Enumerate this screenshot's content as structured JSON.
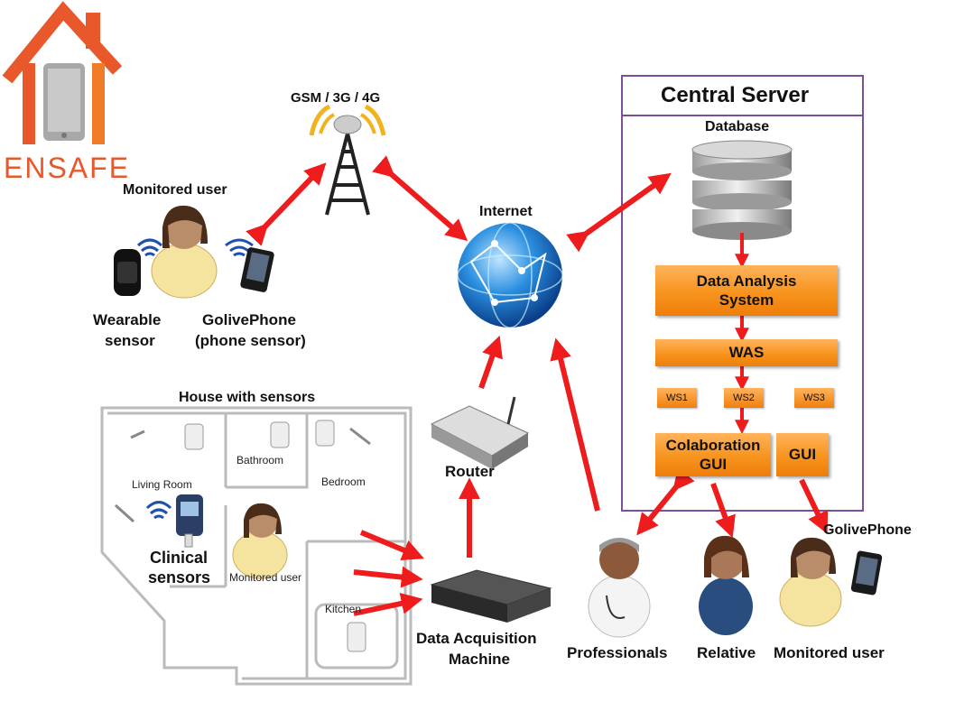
{
  "logo": {
    "text": "ENSAFE"
  },
  "labels": {
    "gsm": "GSM / 3G / 4G",
    "internet": "Internet",
    "monitored_user_top": "Monitored user",
    "wearable_line1": "Wearable",
    "wearable_line2": "sensor",
    "golive_line1": "GolivePhone",
    "golive_line2": "(phone sensor)",
    "house_title": "House with sensors",
    "clinical_line1": "Clinical",
    "clinical_line2": "sensors",
    "router": "Router",
    "daq_line1": "Data Acquisition",
    "daq_line2": "Machine",
    "professionals": "Professionals",
    "relative": "Relative",
    "monitored_user_bottom": "Monitored user",
    "golive_bottom": "GolivePhone"
  },
  "rooms": {
    "living_room": "Living Room",
    "bathroom": "Bathroom",
    "bedroom": "Bedroom",
    "kitchen": "Kitchen",
    "monitored_user": "Monitored user"
  },
  "server": {
    "title": "Central Server",
    "database": "Database",
    "das_line1": "Data Analysis",
    "das_line2": "System",
    "was": "WAS",
    "ws1": "WS1",
    "ws2": "WS2",
    "ws3": "WS3",
    "collab_line1": "Colaboration",
    "collab_line2": "GUI",
    "gui": "GUI"
  },
  "colors": {
    "arrow": "#ee1c1c",
    "server_border": "#7a4f9c",
    "box": "#f7941e",
    "logo": "#e8582a"
  }
}
